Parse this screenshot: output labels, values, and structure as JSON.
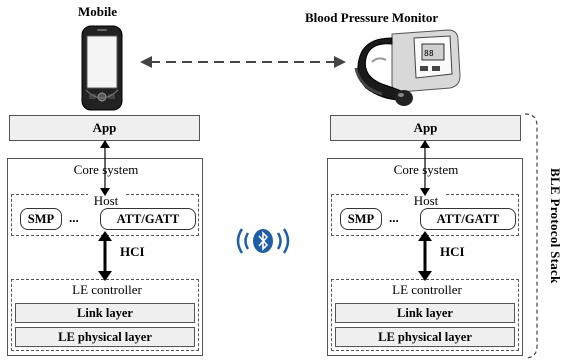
{
  "devices": {
    "left_title": "Mobile",
    "right_title": "Blood Pressure Monitor"
  },
  "stack": {
    "app": "App",
    "core_system": "Core system",
    "host": "Host",
    "smp": "SMP",
    "ellipsis": "...",
    "att_gatt": "ATT/GATT",
    "hci": "HCI",
    "le_controller": "LE controller",
    "link_layer": "Link layer",
    "le_physical_layer": "LE  physical layer"
  },
  "side_label": "BLE Protocol Stack",
  "colors": {
    "layer_fill": "#efefef",
    "bluetooth_blue": "#1f5fa8"
  },
  "icons": [
    "mobile-phone-icon",
    "blood-pressure-monitor-icon",
    "bluetooth-wireless-icon"
  ]
}
